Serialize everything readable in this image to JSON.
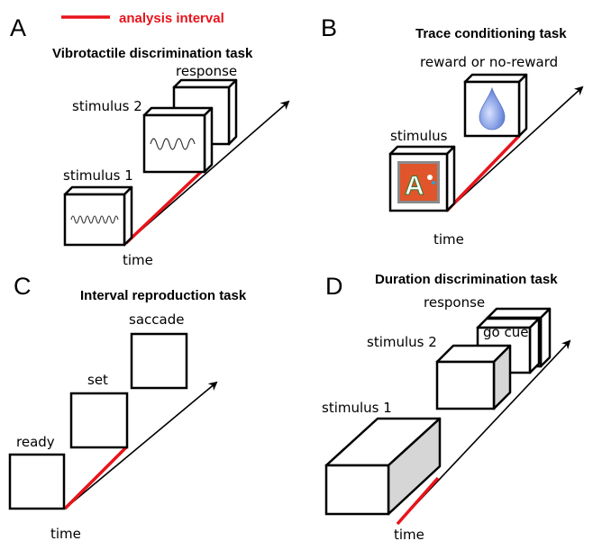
{
  "legend": {
    "label": "analysis interval",
    "color": "#e8141b"
  },
  "panels": {
    "A": {
      "letter": "A",
      "title": "Vibrotactile discrimination task",
      "labels": {
        "stimulus1": "stimulus 1",
        "stimulus2": "stimulus 2",
        "response": "response",
        "time": "time"
      }
    },
    "B": {
      "letter": "B",
      "title": "Trace conditioning task",
      "labels": {
        "stimulus": "stimulus",
        "reward": "reward or no-reward",
        "time": "time"
      }
    },
    "C": {
      "letter": "C",
      "title": "Interval reproduction task",
      "labels": {
        "ready": "ready",
        "set": "set",
        "saccade": "saccade",
        "time": "time"
      }
    },
    "D": {
      "letter": "D",
      "title": "Duration discrimination task",
      "labels": {
        "stimulus1": "stimulus 1",
        "stimulus2": "stimulus 2",
        "gocue": "go cue",
        "response": "response",
        "time": "time"
      }
    }
  },
  "colors": {
    "interval": "#e8141b",
    "grey_side": "#d6d6d6",
    "water_drop": "#8aa2e6",
    "stimulus_image_bg": "#e0552b"
  },
  "icons": {
    "sine_wave": "sine-wave-icon",
    "water_drop": "water-drop-icon",
    "stimulus_image": "letter-image-icon"
  }
}
